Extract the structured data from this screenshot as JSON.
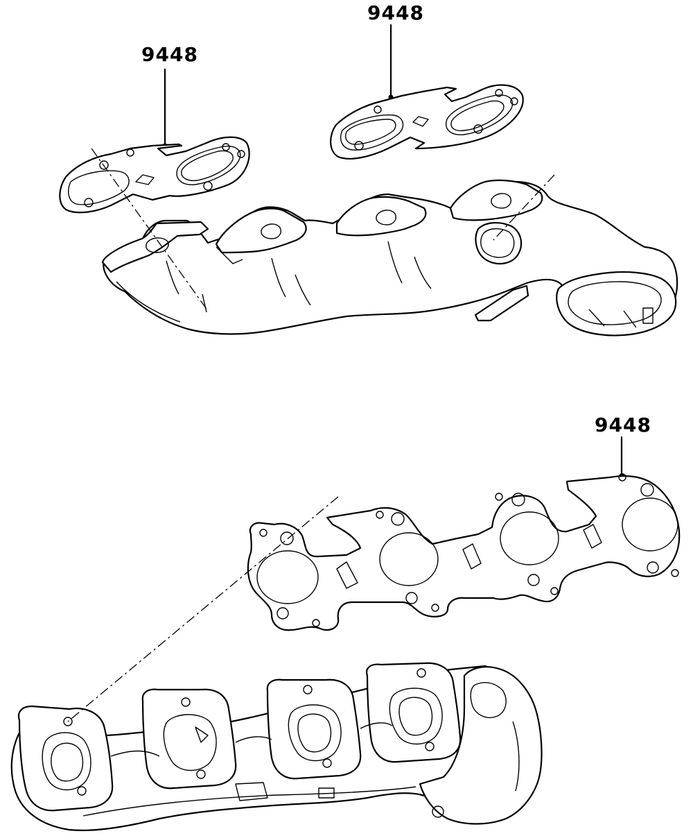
{
  "callouts": [
    {
      "label": "9448"
    },
    {
      "label": "9448"
    },
    {
      "label": "9448"
    }
  ],
  "colors": {
    "line": "#000000",
    "background": "#ffffff"
  }
}
